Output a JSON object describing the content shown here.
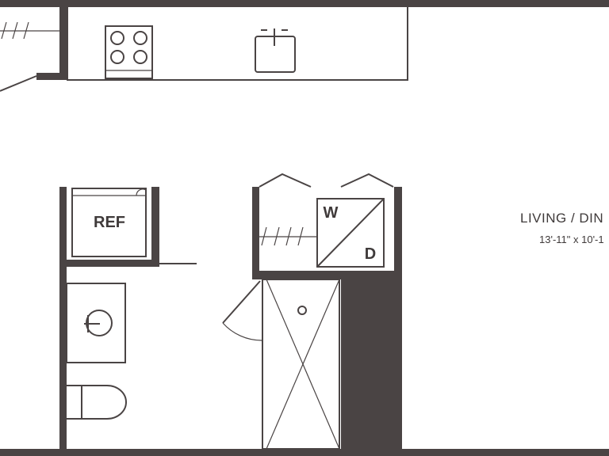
{
  "labels": {
    "ref": "REF",
    "washer": "W",
    "dryer": "D",
    "room_name": "LIVING / DIN",
    "room_dims": "13'-11\" x 10'-1"
  },
  "colors": {
    "wall": "#4a4444",
    "background": "#ffffff"
  }
}
